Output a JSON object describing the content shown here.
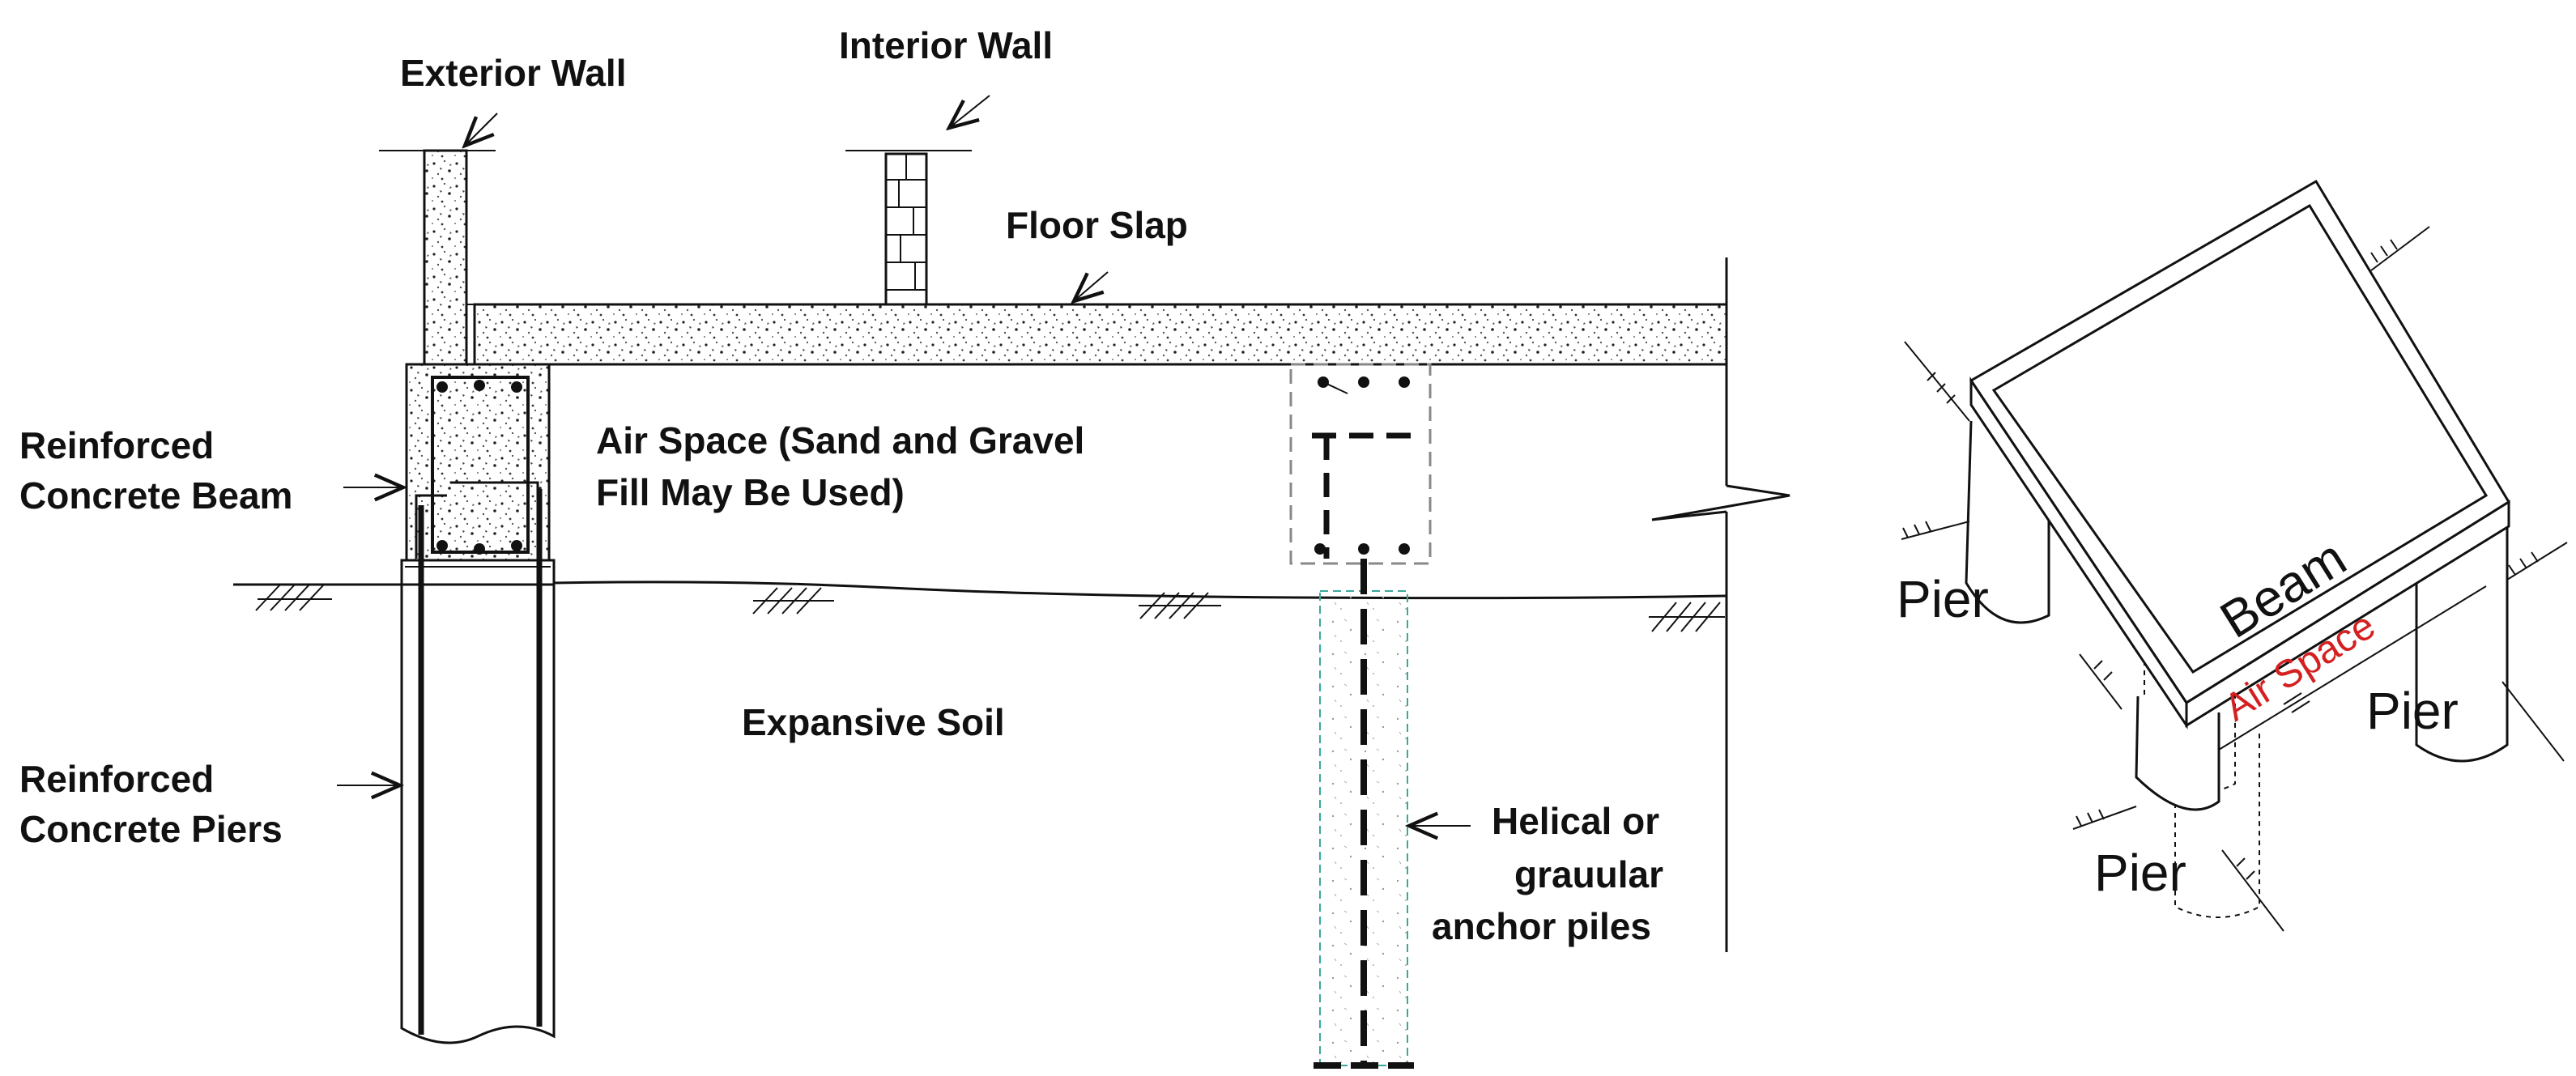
{
  "labels": {
    "exterior_wall": "Exterior Wall",
    "interior_wall": "Interior Wall",
    "floor_slab": "Floor Slap",
    "beam_line1": "Reinforced",
    "beam_line2": "Concrete Beam",
    "air_space_line1": "Air Space (Sand and Gravel",
    "air_space_line2": "Fill May Be Used)",
    "expansive_soil": "Expansive Soil",
    "piers_line1": "Reinforced",
    "piers_line2": "Concrete Piers",
    "anchor_line1": "Helical or",
    "anchor_line2": "grauular",
    "anchor_line3": "anchor piles"
  },
  "iso": {
    "beam": "Beam",
    "air_space": "Air Space",
    "pier_left": "Pier",
    "pier_right": "Pier",
    "pier_bottom": "Pier"
  },
  "colors": {
    "line": "#111111",
    "air_space_text": "#d42020",
    "pile_outline": "#3aa89a",
    "dashed_gray": "#888888"
  }
}
